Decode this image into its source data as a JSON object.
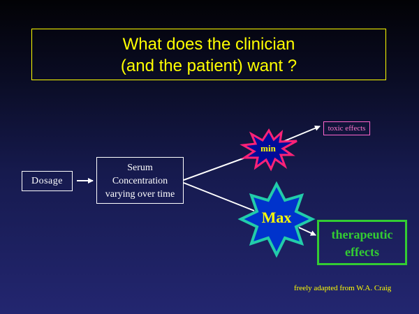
{
  "title": {
    "line1": "What does the clinician",
    "line2": "(and the patient) want ?"
  },
  "nodes": {
    "dosage": "Dosage",
    "serum": {
      "line1": "Serum",
      "line2": "Concentration",
      "line3": "varying over time"
    },
    "min_star": "min",
    "max_star": "Max",
    "toxic": "toxic effects",
    "therapeutic": {
      "line1": "therapeutic",
      "line2": "effects"
    }
  },
  "credit": "freely adapted from W.A. Craig",
  "colors": {
    "title": "#ffff00",
    "toxic": "#ff66cc",
    "min_star_fill": "#000c99",
    "min_star_border": "#ff2277",
    "max_star_fill": "#0033cc",
    "max_star_border": "#22ccaa",
    "therapeutic": "#33cc33"
  }
}
